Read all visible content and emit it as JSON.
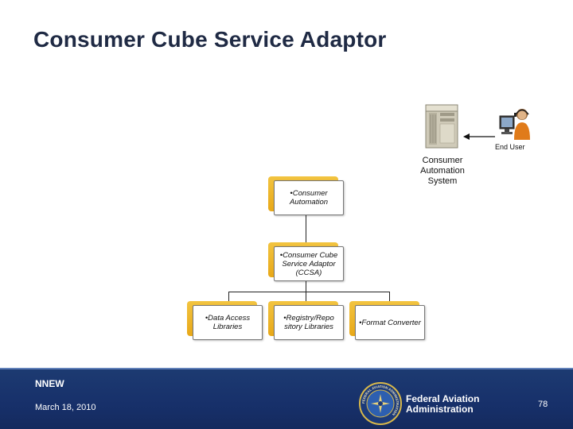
{
  "title": "Consumer Cube Service Adaptor",
  "end_user_label": "End User",
  "system_label": "Consumer Automation System",
  "boxes": {
    "consumer_automation": "•Consumer Automation",
    "ccsa": "•Consumer Cube Service Adaptor (CCSA)",
    "data_access": "•Data Access Libraries",
    "registry": "•Registry/Repo sitory Libraries",
    "format": "•Format Converter"
  },
  "footer": {
    "program": "NNEW",
    "date": "March 18, 2010",
    "agency": "Federal Aviation Administration",
    "page_number": "78",
    "seal_text": "FEDERAL AVIATION ADMINISTRATION"
  },
  "colors": {
    "footer_bg": "#1d3b72",
    "box_accent": "#f2c440",
    "title": "#1f2a44"
  },
  "icons": [
    "server-icon",
    "end-user-icon",
    "faa-seal-icon"
  ]
}
